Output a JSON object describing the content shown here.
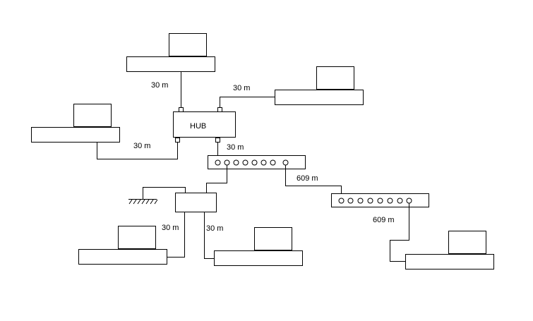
{
  "hub": {
    "label": "HUB"
  },
  "cables": {
    "c1": "30 m",
    "c2": "30 m",
    "c3": "30 m",
    "c4": "30 m",
    "c5": "30 m",
    "c6": "30 m",
    "c7": "609 m",
    "c8": "609 m"
  },
  "colors": {
    "line": "#000000",
    "background": "#ffffff"
  }
}
